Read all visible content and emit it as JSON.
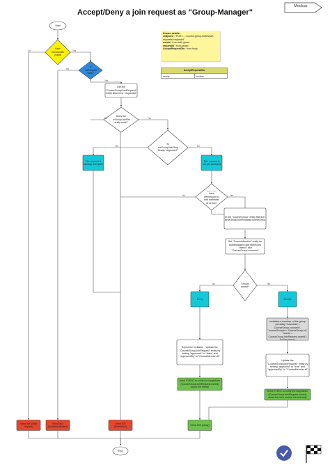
{
  "title": "Accept/Deny a join request as \"Group-Manager\"",
  "mockup_label": "Mockup",
  "known_details": {
    "heading": "Known details:",
    "lines": [
      {
        "key": "endpoint",
        "value": " : \"POST ..../course-group-invites/join-requests/:requestId\""
      },
      {
        "key": "userId",
        "value": " : from auth guard"
      },
      {
        "key": "requestId",
        "value": " : from param"
      },
      {
        "key": "AcceptRequestDto",
        "value": " : from body"
      }
    ]
  },
  "dto_table": {
    "title": "AcceptRequestDto",
    "cells": [
      "accept",
      "boolean"
    ]
  },
  "nodes": {
    "start": "Start",
    "end": "End",
    "q_auth": "User authenticated? (valid)",
    "q_dto": "Is AcceptRequestDto valid?",
    "get_request": "Get the \"CourseGroupJoinRequest\" entity filtered by \"requestId\"",
    "q_exists": "Does the \"CourseGroupJoinRequest\" entity exist?",
    "q_approved": "Is \"CourseGroupJoinRequest\" already \"approved\"?",
    "already_accepted": "The request is already accepted",
    "not_yet_accepted": "The request is not yet accepted",
    "q_permission": "User can have permission to edit members of group?",
    "get_group": "Get the \"CourseGroup\" entity filtered by \"CourseGroupJoinRequest.courseGroupId\"",
    "get_member": "Get \"CourseMember\" entity for authenticated user filtered by \"userId\" and \"CourseGroup.courseId\"",
    "q_accept": "Should accept?",
    "deny": "Deny",
    "accept": "Accept",
    "reject_action": "Reject the invitation - Update the \"CourseGroupJoinRequest\" entity by setting \"approved\" to \"false\" and \"approvedBy\" to \"CourseMember.id\"",
    "member_action": "Make the target user of the invitation a member of the group (creating \"coursesId = CourseGroup.courseId\", \"courseGroupId = CourseGroup.id\", \"userId = CourseGroupJoinRequest.userId\") for the person",
    "update_accept": "Update the \"CourseGroupJoinRequest\" entity by setting \"approved\" to \"true\" and \"approvedBy\" to \"CourseMember.id\"",
    "event_deny": "Send EVENT to notify the targetUser (CourseGroupJoinRequest.userId) about the denial",
    "event_accept": "Send EVENT to notify the targetUser (CourseGroupJoinRequest.userId) about the new course membership",
    "send400": "Send 400 (Bad request)",
    "send401": "Send 401 (Unauthenticated)",
    "send403": "Send 403 (Forbidden)",
    "send200": "Send 200 (Okay)"
  },
  "edge_labels": {
    "yes": "Yes",
    "no": "No"
  },
  "colors": {
    "decision_yellow": "#fff200",
    "decision_blue": "#2f88e0",
    "cyan": "#13c8d8",
    "green": "#6cc24a",
    "red": "#e8452c",
    "grey": "#d9d9d9",
    "note": "#fff59a"
  }
}
